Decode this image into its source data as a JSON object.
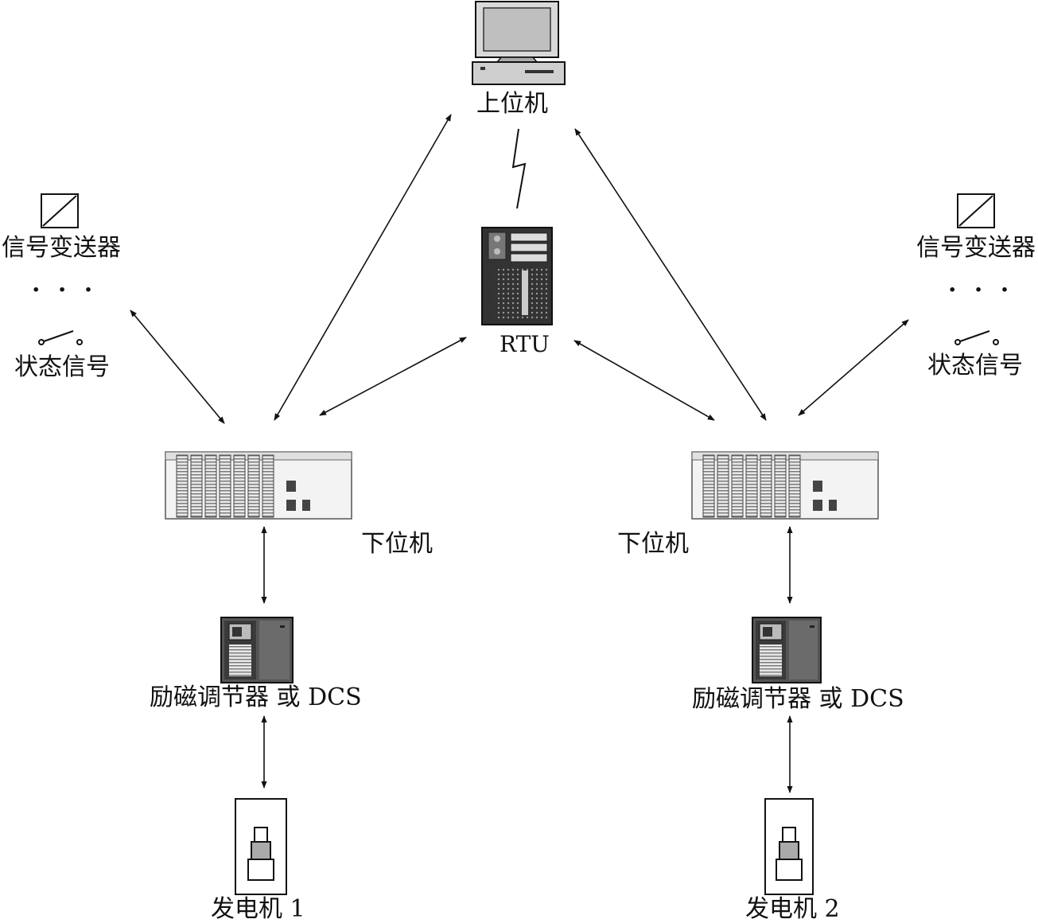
{
  "labels": {
    "host": "上位机",
    "rtu": "RTU",
    "transmitter_left": "信号变送器",
    "transmitter_right": "信号变送器",
    "ellipsis_left": "· · ·",
    "ellipsis_right": "· · ·",
    "status_left": "状态信号",
    "status_right": "状态信号",
    "lower_left": "下位机",
    "lower_right": "下位机",
    "regulator_left": "励磁调节器 或 DCS",
    "regulator_right": "励磁调节器 或 DCS",
    "generator_left": "发电机 1",
    "generator_right": "发电机 2"
  }
}
